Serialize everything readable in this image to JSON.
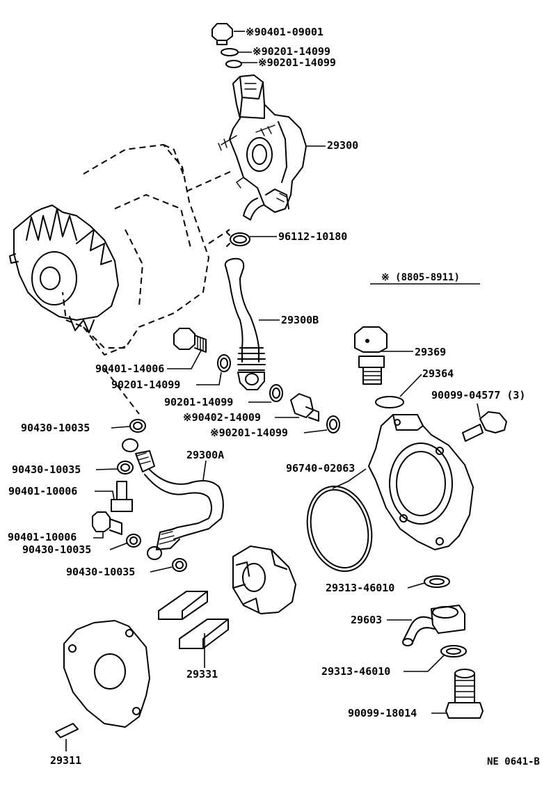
{
  "labels": {
    "p_90401_09001": "※90401-09001",
    "p_90201_14099_a": "※90201-14099",
    "p_90201_14099_b": "※90201-14099",
    "p_29300": "29300",
    "p_96112_10180": "96112-10180",
    "p_range": "※ (8805-8911)",
    "p_29300B": "29300B",
    "p_29369": "29369",
    "p_29364": "29364",
    "p_90401_14006": "90401-14006",
    "p_90201_14099_c": "90201-14099",
    "p_90201_14099_d": "90201-14099",
    "p_90402_14009": "※90402-14009",
    "p_90201_14099_e": "※90201-14099",
    "p_90099_04577": "90099-04577 (3)",
    "p_90430_10035_a": "90430-10035",
    "p_29300A": "29300A",
    "p_96740_02063": "96740-02063",
    "p_90430_10035_b": "90430-10035",
    "p_90401_10006_a": "90401-10006",
    "p_90401_10006_b": "90401-10006",
    "p_90430_10035_c": "90430-10035",
    "p_90430_10035_d": "90430-10035",
    "p_29313_46010_a": "29313-46010",
    "p_29603": "29603",
    "p_29331": "29331",
    "p_29313_46010_b": "29313-46010",
    "p_90099_18014": "90099-18014",
    "p_29311": "29311",
    "p_code": "NE 0641-B"
  }
}
